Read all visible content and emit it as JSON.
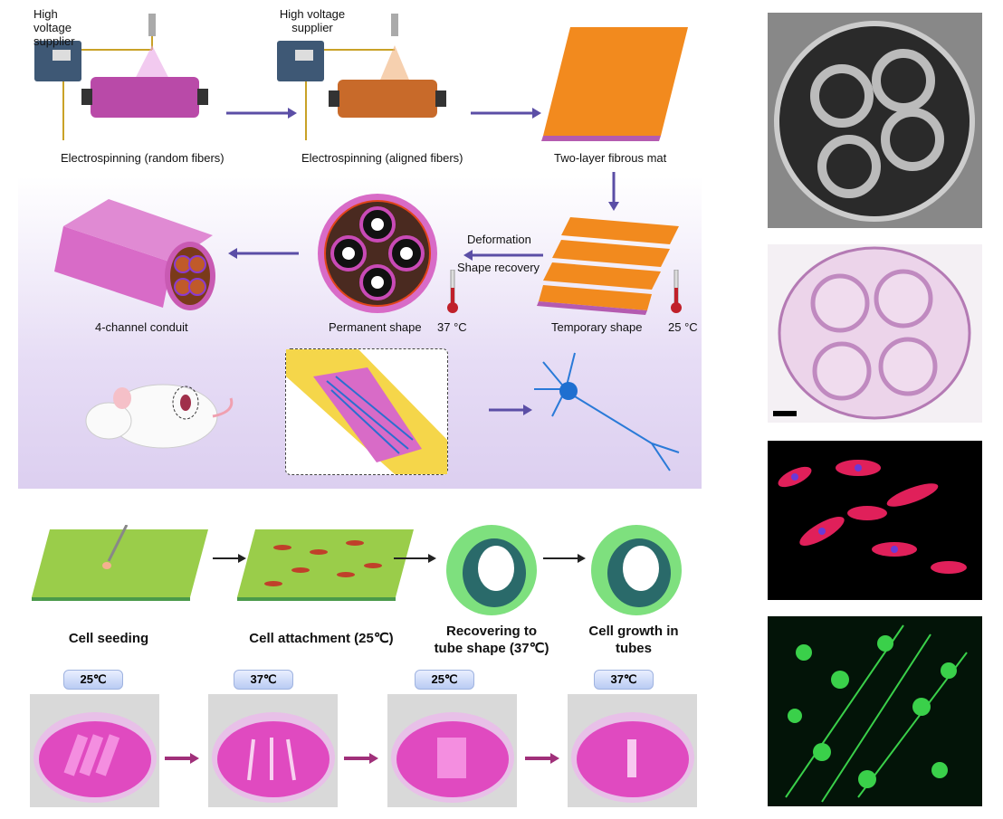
{
  "top_panel": {
    "supplier_1": "High voltage supplier",
    "supplier_2": "High voltage supplier",
    "step_random": "Electrospinning (random fibers)",
    "step_aligned": "Electrospinning (aligned fibers)",
    "step_mat": "Two-layer fibrous mat",
    "deformation": "Deformation",
    "shape_recovery": "Shape recovery",
    "conduit": "4-channel conduit",
    "permanent": "Permanent shape",
    "permanent_temp": "37 °C",
    "temporary": "Temporary shape",
    "temporary_temp": "25 °C"
  },
  "bottom_panel": {
    "steps": [
      "Cell seeding",
      "Cell attachment (25℃)",
      "Recovering to tube shape (37℃)",
      "Cell  growth in tubes"
    ],
    "temps": [
      "25℃",
      "37℃",
      "25℃",
      "37℃"
    ]
  },
  "colors": {
    "orange": "#f28a1e",
    "pink": "#d45cb8",
    "lavender": "#dccff0",
    "dish_pink": "#e040c0"
  }
}
